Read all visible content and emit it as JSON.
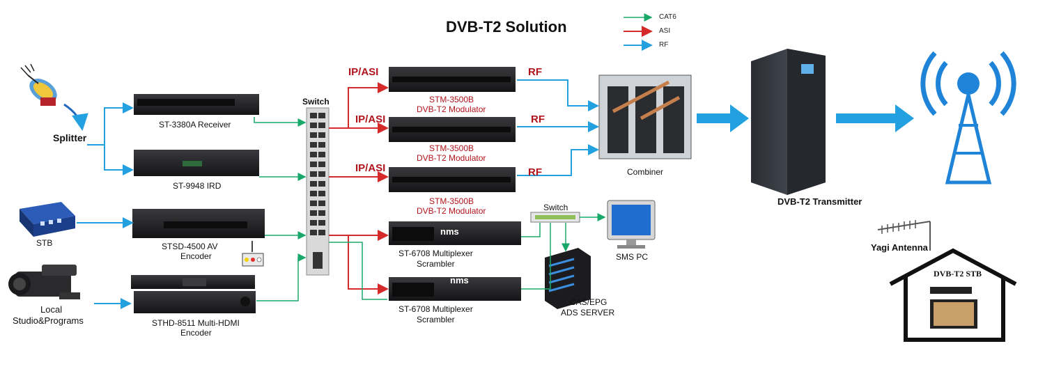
{
  "title": "DVB-T2 Solution",
  "legend": [
    {
      "label": "CAT6",
      "color": "#1aa86a"
    },
    {
      "label": "ASI",
      "color": "#d42a2a"
    },
    {
      "label": "RF",
      "color": "#22a0e0"
    }
  ],
  "labels": {
    "splitter": "Splitter",
    "stb": "STB",
    "local_studio_line1": "Local",
    "local_studio_line2": "Studio&Programs",
    "receiver": "ST-3380A Receiver",
    "ird": "ST-9948 IRD",
    "av_encoder_line1": "STSD-4500 AV",
    "av_encoder_line2": "Encoder",
    "hdmi_encoder_line1": "STHD-8511 Multi-HDMI",
    "hdmi_encoder_line2": "Encoder",
    "switch_main": "Switch",
    "ipasi_1": "IP/ASI",
    "ipasi_2": "IP/ASI",
    "ipasi_3": "IP/ASI",
    "modulator_name_1": "STM-3500B",
    "modulator_type_1": "DVB-T2 Modulator",
    "modulator_name_2": "STM-3500B",
    "modulator_type_2": "DVB-T2 Modulator",
    "modulator_name_3": "STM-3500B",
    "modulator_type_3": "DVB-T2 Modulator",
    "mux_1_line1": "ST-6708 Multiplexer",
    "mux_1_line2": "Scrambler",
    "mux_2_line1": "ST-6708 Multiplexer",
    "mux_2_line2": "Scrambler",
    "nms_1": "nms",
    "nms_2": "nms",
    "rf_1": "RF",
    "rf_2": "RF",
    "rf_3": "RF",
    "switch_small": "Switch",
    "sms_pc": "SMS PC",
    "server_line1": "CAS/EPG",
    "server_line2": "ADS SERVER",
    "combiner": "Combiner",
    "transmitter": "DVB-T2 Transmitter",
    "yagi": "Yagi Antenna",
    "dvb_stb": "DVB-T2 STB"
  },
  "colors": {
    "cat6": "#1aa86a",
    "asi": "#d42a2a",
    "rf": "#22a0e0",
    "device_dark": "#1c1c1e",
    "title_red": "#b0131b"
  }
}
